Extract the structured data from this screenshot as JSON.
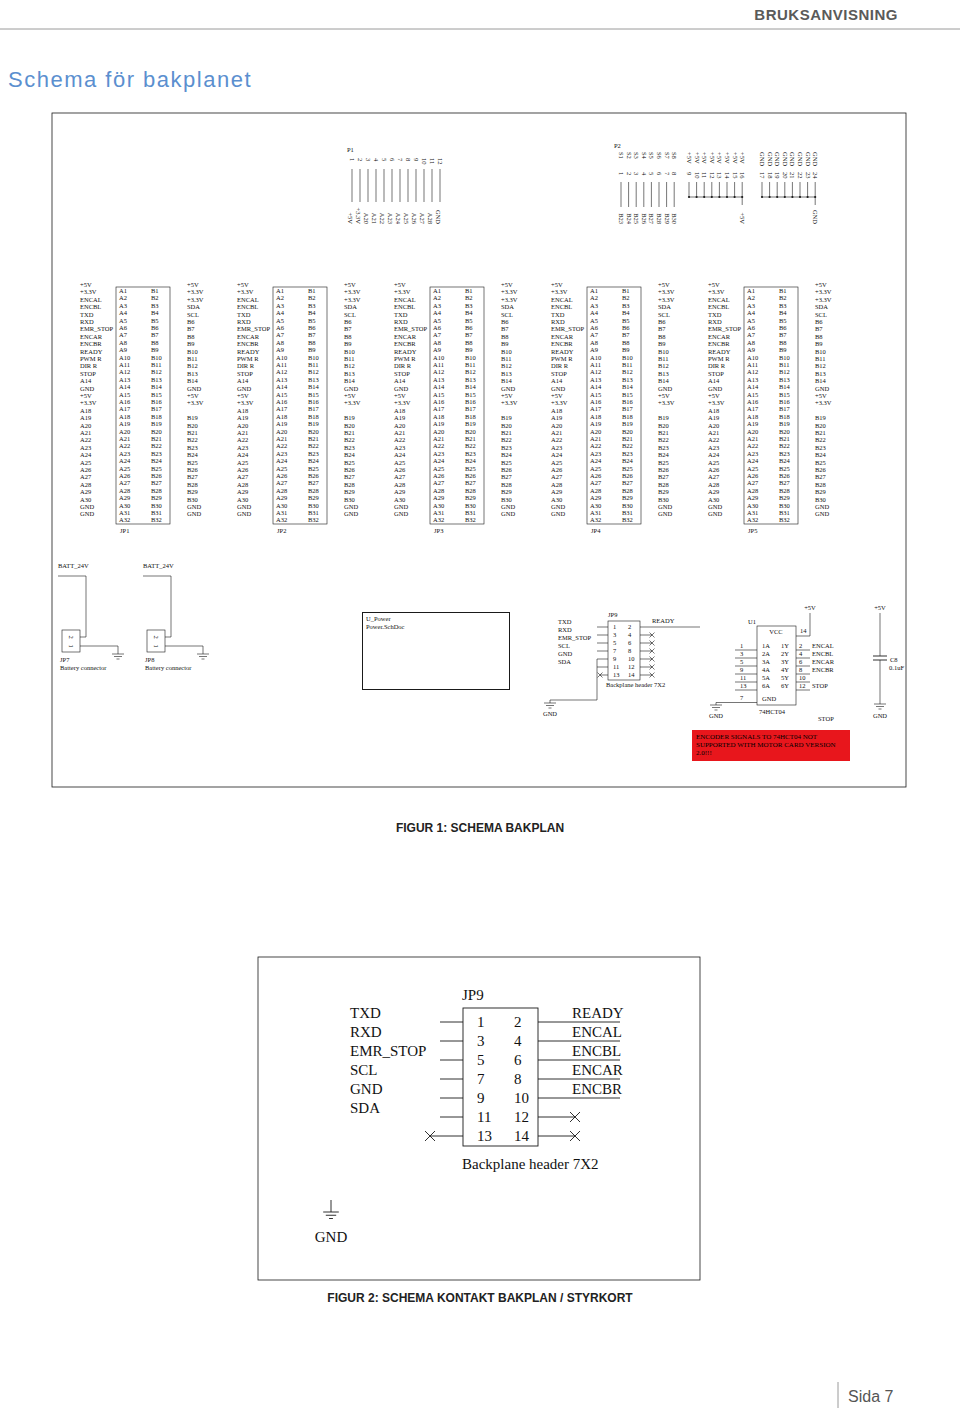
{
  "diagram": {
    "title": "Schema för bakplanet",
    "nodes": [
      {
        "text": [
          "U_Power",
          "Power.SchDoc"
        ]
      },
      {
        "text": [
          "ENCODER SIGNALS TO 74HCT04 NOT SUPPORTED WITH MOTOR CARD VERSION 2.0!!!"
        ]
      }
    ],
    "labels": [
      "BRUKSANVISNING",
      "P1",
      "1",
      "2",
      "3",
      "4",
      "5",
      "6",
      "7",
      "8",
      "9",
      "10",
      "11",
      "12",
      "+5V",
      "+3.3V",
      "A20",
      "A21",
      "A22",
      "A23",
      "A24",
      "A25",
      "A26",
      "A27",
      "A28",
      "GND",
      "P2",
      "S1",
      "S2",
      "S3",
      "S4",
      "S5",
      "S6",
      "S7",
      "S8",
      "+5V",
      "+5V",
      "+5V",
      "+5V",
      "+5V",
      "+5V",
      "+5V",
      "+5V",
      "GND",
      "GND",
      "GND",
      "GND",
      "GND",
      "GND",
      "GND",
      "GND",
      "1",
      "2",
      "3",
      "4",
      "5",
      "6",
      "7",
      "8",
      "9",
      "10",
      "11",
      "12",
      "13",
      "14",
      "15",
      "16",
      "17",
      "18",
      "19",
      "20",
      "21",
      "22",
      "23",
      "24",
      "B23",
      "B24",
      "B25",
      "B26",
      "B27",
      "B28",
      "B29",
      "B30",
      "+5V",
      "GND",
      "+5V",
      "+3.3V",
      "ENCAL",
      "ENCBL",
      "TXD",
      "RXD",
      "EMR_STOP",
      "ENCAR",
      "ENCBR",
      "READY",
      "PWM R",
      "DIR R",
      "STOP",
      "A14",
      "GND",
      "+5V",
      "+3.3V",
      "A18",
      "A19",
      "A20",
      "A21",
      "A22",
      "A23",
      "A24",
      "A25",
      "A26",
      "A27",
      "A28",
      "A29",
      "A30",
      "GND",
      "GND",
      "A1",
      "A2",
      "A3",
      "A4",
      "A5",
      "A6",
      "A7",
      "A8",
      "A9",
      "A10",
      "A11",
      "A12",
      "A13",
      "A14",
      "A15",
      "A16",
      "A17",
      "A18",
      "A19",
      "A20",
      "A21",
      "A22",
      "A23",
      "A24",
      "A25",
      "A26",
      "A27",
      "A28",
      "A29",
      "A30",
      "A31",
      "A32",
      "B1",
      "B2",
      "B3",
      "B4",
      "B5",
      "B6",
      "B7",
      "B8",
      "B9",
      "B10",
      "B11",
      "B12",
      "B13",
      "B14",
      "B15",
      "B16",
      "B17",
      "B18",
      "B19",
      "B20",
      "B21",
      "B22",
      "B23",
      "B24",
      "B25",
      "B26",
      "B27",
      "B28",
      "B29",
      "B30",
      "B31",
      "B32",
      "+5V",
      "+3.3V",
      "+3.3V",
      "SDA",
      "SCL",
      "B6",
      "B7",
      "B8",
      "B9",
      "B10",
      "B11",
      "B12",
      "B13",
      "B14",
      "GND",
      "+5V",
      "+3.3V",
      "B19",
      "B20",
      "B21",
      "B22",
      "B23",
      "B24",
      "B25",
      "B26",
      "B27",
      "B28",
      "B29",
      "B30",
      "GND",
      "GND",
      "JP1",
      "+5V",
      "+3.3V",
      "ENCAL",
      "ENCBL",
      "TXD",
      "RXD",
      "EMR_STOP",
      "ENCAR",
      "ENCBR",
      "READY",
      "PWM R",
      "DIR R",
      "STOP",
      "A14",
      "GND",
      "+5V",
      "+3.3V",
      "A18",
      "A19",
      "A20",
      "A21",
      "A22",
      "A23",
      "A24",
      "A25",
      "A26",
      "A27",
      "A28",
      "A29",
      "A30",
      "GND",
      "GND",
      "A1",
      "A2",
      "A3",
      "A4",
      "A5",
      "A6",
      "A7",
      "A8",
      "A9",
      "A10",
      "A11",
      "A12",
      "A13",
      "A14",
      "A15",
      "A16",
      "A17",
      "A18",
      "A19",
      "A20",
      "A21",
      "A22",
      "A23",
      "A24",
      "A25",
      "A26",
      "A27",
      "A28",
      "A29",
      "A30",
      "A31",
      "A32",
      "B1",
      "B2",
      "B3",
      "B4",
      "B5",
      "B6",
      "B7",
      "B8",
      "B9",
      "B10",
      "B11",
      "B12",
      "B13",
      "B14",
      "B15",
      "B16",
      "B17",
      "B18",
      "B19",
      "B20",
      "B21",
      "B22",
      "B23",
      "B24",
      "B25",
      "B26",
      "B27",
      "B28",
      "B29",
      "B30",
      "B31",
      "B32",
      "+5V",
      "+3.3V",
      "+3.3V",
      "SDA",
      "SCL",
      "B6",
      "B7",
      "B8",
      "B9",
      "B10",
      "B11",
      "B12",
      "B13",
      "B14",
      "GND",
      "+5V",
      "+3.3V",
      "B19",
      "B20",
      "B21",
      "B22",
      "B23",
      "B24",
      "B25",
      "B26",
      "B27",
      "B28",
      "B29",
      "B30",
      "GND",
      "GND",
      "JP2",
      "+5V",
      "+3.3V",
      "ENCAL",
      "ENCBL",
      "TXD",
      "RXD",
      "EMR_STOP",
      "ENCAR",
      "ENCBR",
      "READY",
      "PWM R",
      "DIR R",
      "STOP",
      "A14",
      "GND",
      "+5V",
      "+3.3V",
      "A18",
      "A19",
      "A20",
      "A21",
      "A22",
      "A23",
      "A24",
      "A25",
      "A26",
      "A27",
      "A28",
      "A29",
      "A30",
      "GND",
      "GND",
      "A1",
      "A2",
      "A3",
      "A4",
      "A5",
      "A6",
      "A7",
      "A8",
      "A9",
      "A10",
      "A11",
      "A12",
      "A13",
      "A14",
      "A15",
      "A16",
      "A17",
      "A18",
      "A19",
      "A20",
      "A21",
      "A22",
      "A23",
      "A24",
      "A25",
      "A26",
      "A27",
      "A28",
      "A29",
      "A30",
      "A31",
      "A32",
      "B1",
      "B2",
      "B3",
      "B4",
      "B5",
      "B6",
      "B7",
      "B8",
      "B9",
      "B10",
      "B11",
      "B12",
      "B13",
      "B14",
      "B15",
      "B16",
      "B17",
      "B18",
      "B19",
      "B20",
      "B21",
      "B22",
      "B23",
      "B24",
      "B25",
      "B26",
      "B27",
      "B28",
      "B29",
      "B30",
      "B31",
      "B32",
      "+5V",
      "+3.3V",
      "+3.3V",
      "SDA",
      "SCL",
      "B6",
      "B7",
      "B8",
      "B9",
      "B10",
      "B11",
      "B12",
      "B13",
      "B14",
      "GND",
      "+5V",
      "+3.3V",
      "B19",
      "B20",
      "B21",
      "B22",
      "B23",
      "B24",
      "B25",
      "B26",
      "B27",
      "B28",
      "B29",
      "B30",
      "GND",
      "GND",
      "JP3",
      "+5V",
      "+3.3V",
      "ENCAL",
      "ENCBL",
      "TXD",
      "RXD",
      "EMR_STOP",
      "ENCAR",
      "ENCBR",
      "READY",
      "PWM R",
      "DIR R",
      "STOP",
      "A14",
      "GND",
      "+5V",
      "+3.3V",
      "A18",
      "A19",
      "A20",
      "A21",
      "A22",
      "A23",
      "A24",
      "A25",
      "A26",
      "A27",
      "A28",
      "A29",
      "A30",
      "GND",
      "GND",
      "A1",
      "A2",
      "A3",
      "A4",
      "A5",
      "A6",
      "A7",
      "A8",
      "A9",
      "A10",
      "A11",
      "A12",
      "A13",
      "A14",
      "A15",
      "A16",
      "A17",
      "A18",
      "A19",
      "A20",
      "A21",
      "A22",
      "A23",
      "A24",
      "A25",
      "A26",
      "A27",
      "A28",
      "A29",
      "A30",
      "A31",
      "A32",
      "B1",
      "B2",
      "B3",
      "B4",
      "B5",
      "B6",
      "B7",
      "B8",
      "B9",
      "B10",
      "B11",
      "B12",
      "B13",
      "B14",
      "B15",
      "B16",
      "B17",
      "B18",
      "B19",
      "B20",
      "B21",
      "B22",
      "B23",
      "B24",
      "B25",
      "B26",
      "B27",
      "B28",
      "B29",
      "B30",
      "B31",
      "B32",
      "+5V",
      "+3.3V",
      "+3.3V",
      "SDA",
      "SCL",
      "B6",
      "B7",
      "B8",
      "B9",
      "B10",
      "B11",
      "B12",
      "B13",
      "B14",
      "GND",
      "+5V",
      "+3.3V",
      "B19",
      "B20",
      "B21",
      "B22",
      "B23",
      "B24",
      "B25",
      "B26",
      "B27",
      "B28",
      "B29",
      "B30",
      "GND",
      "GND",
      "JP4",
      "+5V",
      "+3.3V",
      "ENCAL",
      "ENCBL",
      "TXD",
      "RXD",
      "EMR_STOP",
      "ENCAR",
      "ENCBR",
      "READY",
      "PWM R",
      "DIR R",
      "STOP",
      "A14",
      "GND",
      "+5V",
      "+3.3V",
      "A18",
      "A19",
      "A20",
      "A21",
      "A22",
      "A23",
      "A24",
      "A25",
      "A26",
      "A27",
      "A28",
      "A29",
      "A30",
      "GND",
      "GND",
      "A1",
      "A2",
      "A3",
      "A4",
      "A5",
      "A6",
      "A7",
      "A8",
      "A9",
      "A10",
      "A11",
      "A12",
      "A13",
      "A14",
      "A15",
      "A16",
      "A17",
      "A18",
      "A19",
      "A20",
      "A21",
      "A22",
      "A23",
      "A24",
      "A25",
      "A26",
      "A27",
      "A28",
      "A29",
      "A30",
      "A31",
      "A32",
      "B1",
      "B2",
      "B3",
      "B4",
      "B5",
      "B6",
      "B7",
      "B8",
      "B9",
      "B10",
      "B11",
      "B12",
      "B13",
      "B14",
      "B15",
      "B16",
      "B17",
      "B18",
      "B19",
      "B20",
      "B21",
      "B22",
      "B23",
      "B24",
      "B25",
      "B26",
      "B27",
      "B28",
      "B29",
      "B30",
      "B31",
      "B32",
      "+5V",
      "+3.3V",
      "+3.3V",
      "SDA",
      "SCL",
      "B6",
      "B7",
      "B8",
      "B9",
      "B10",
      "B11",
      "B12",
      "B13",
      "B14",
      "GND",
      "+5V",
      "+3.3V",
      "B19",
      "B20",
      "B21",
      "B22",
      "B23",
      "B24",
      "B25",
      "B26",
      "B27",
      "B28",
      "B29",
      "B30",
      "GND",
      "GND",
      "JP5",
      "BATT_24V",
      "BATT_24V",
      "2",
      "1",
      "JP7",
      "Battery connector",
      "2",
      "1",
      "JP8",
      "Battery connector",
      "TXD",
      "RXD",
      "EMR_STOP",
      "SCL",
      "GND",
      "SDA",
      "JP9",
      "1",
      "2",
      "3",
      "4",
      "5",
      "6",
      "7",
      "8",
      "9",
      "10",
      "11",
      "12",
      "13",
      "14",
      "READY",
      "Backplane header 7X2",
      "GND",
      "+5V",
      "U1",
      "VCC",
      "14",
      "1",
      "3",
      "5",
      "9",
      "11",
      "13",
      "1A",
      "2A",
      "3A",
      "4A",
      "5A",
      "6A",
      "1Y",
      "2Y",
      "3Y",
      "4Y",
      "5Y",
      "6Y",
      "2",
      "4",
      "6",
      "8",
      "10",
      "12",
      "ENCAL",
      "ENCBL",
      "ENCAR",
      "ENCBR",
      "STOP",
      "7",
      "GND",
      "74HCT04",
      "GND",
      "STOP",
      "+5V",
      "C8",
      "0.1uF",
      "GND",
      "FIGUR 1: SCHEMA BAKPLAN",
      "TXD",
      "RXD",
      "EMR_STOP",
      "SCL",
      "GND",
      "SDA",
      "JP9",
      "1",
      "2",
      "3",
      "4",
      "5",
      "6",
      "7",
      "8",
      "9",
      "10",
      "11",
      "12",
      "13",
      "14",
      "READY",
      "ENCAL",
      "ENCBL",
      "ENCAR",
      "ENCBR",
      "Backplane header 7X2",
      "GND",
      "FIGUR 2: SCHEMA KONTAKT BAKPLAN / STYRKORT",
      "Sida 7"
    ]
  }
}
